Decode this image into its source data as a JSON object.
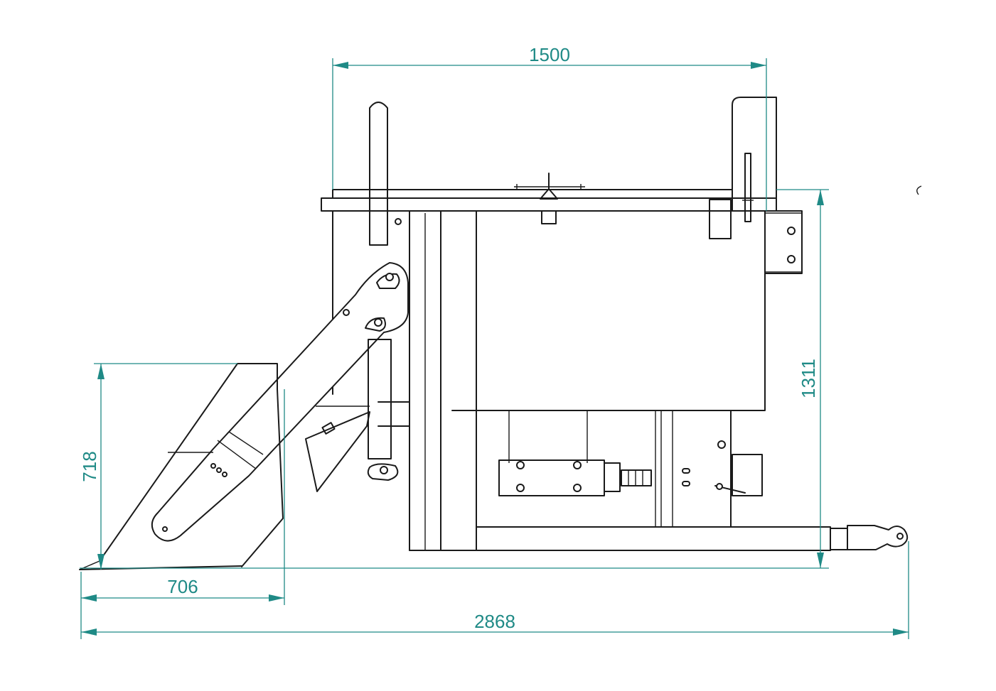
{
  "drawing": {
    "view": "side elevation",
    "colors": {
      "dimension": "#1f8a86",
      "outline": "#1a1a1a",
      "background": "#ffffff"
    },
    "dimensions": {
      "top_width": "1500",
      "total_height": "1311",
      "bucket_height": "718",
      "bucket_reach": "706",
      "overall_length": "2868"
    }
  }
}
